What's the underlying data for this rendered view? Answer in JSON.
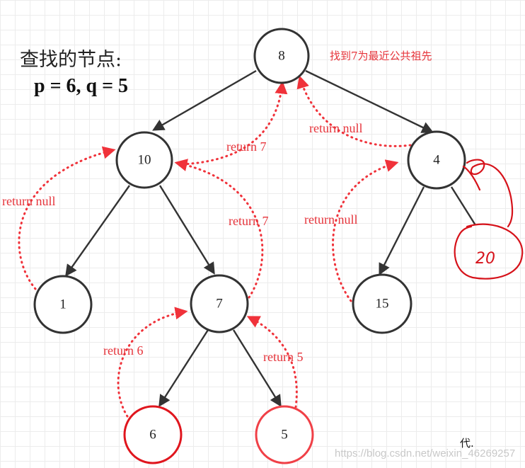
{
  "query": {
    "title": "查找的节点:",
    "params": "p = 6, q = 5"
  },
  "result_note": "找到7为最近公共祖先",
  "nodes": [
    {
      "id": "n8",
      "label": "8",
      "highlight": false
    },
    {
      "id": "n10",
      "label": "10",
      "highlight": false
    },
    {
      "id": "n4",
      "label": "4",
      "highlight": false
    },
    {
      "id": "n1",
      "label": "1",
      "highlight": false
    },
    {
      "id": "n7",
      "label": "7",
      "highlight": false
    },
    {
      "id": "n15",
      "label": "15",
      "highlight": false
    },
    {
      "id": "n6",
      "label": "6",
      "highlight": true
    },
    {
      "id": "n5",
      "label": "5",
      "highlight": true
    }
  ],
  "edges": [
    {
      "from": "n8",
      "to": "n10"
    },
    {
      "from": "n8",
      "to": "n4"
    },
    {
      "from": "n10",
      "to": "n1"
    },
    {
      "from": "n10",
      "to": "n7"
    },
    {
      "from": "n4",
      "to": "n15"
    },
    {
      "from": "n7",
      "to": "n6"
    },
    {
      "from": "n7",
      "to": "n5"
    }
  ],
  "returns": [
    {
      "from": "n1",
      "to": "n10",
      "label": "return null"
    },
    {
      "from": "n7",
      "to": "n10",
      "label": "return 7"
    },
    {
      "from": "n10",
      "to": "n8",
      "label": "return 7"
    },
    {
      "from": "n4",
      "to": "n8",
      "label": "return null"
    },
    {
      "from": "n15",
      "to": "n4",
      "label": "return null"
    },
    {
      "from": "n6",
      "to": "n7",
      "label": "return 6"
    },
    {
      "from": "n5",
      "to": "n7",
      "label": "return 5"
    }
  ],
  "handwritten": {
    "label": "20"
  },
  "watermark": "https://blog.csdn.net/weixin_46269257",
  "signature": "代.",
  "colors": {
    "node_stroke": "#333333",
    "highlight_stroke": "#e0161e",
    "return_arrow": "#f0323a",
    "ink": "#d6121a"
  }
}
